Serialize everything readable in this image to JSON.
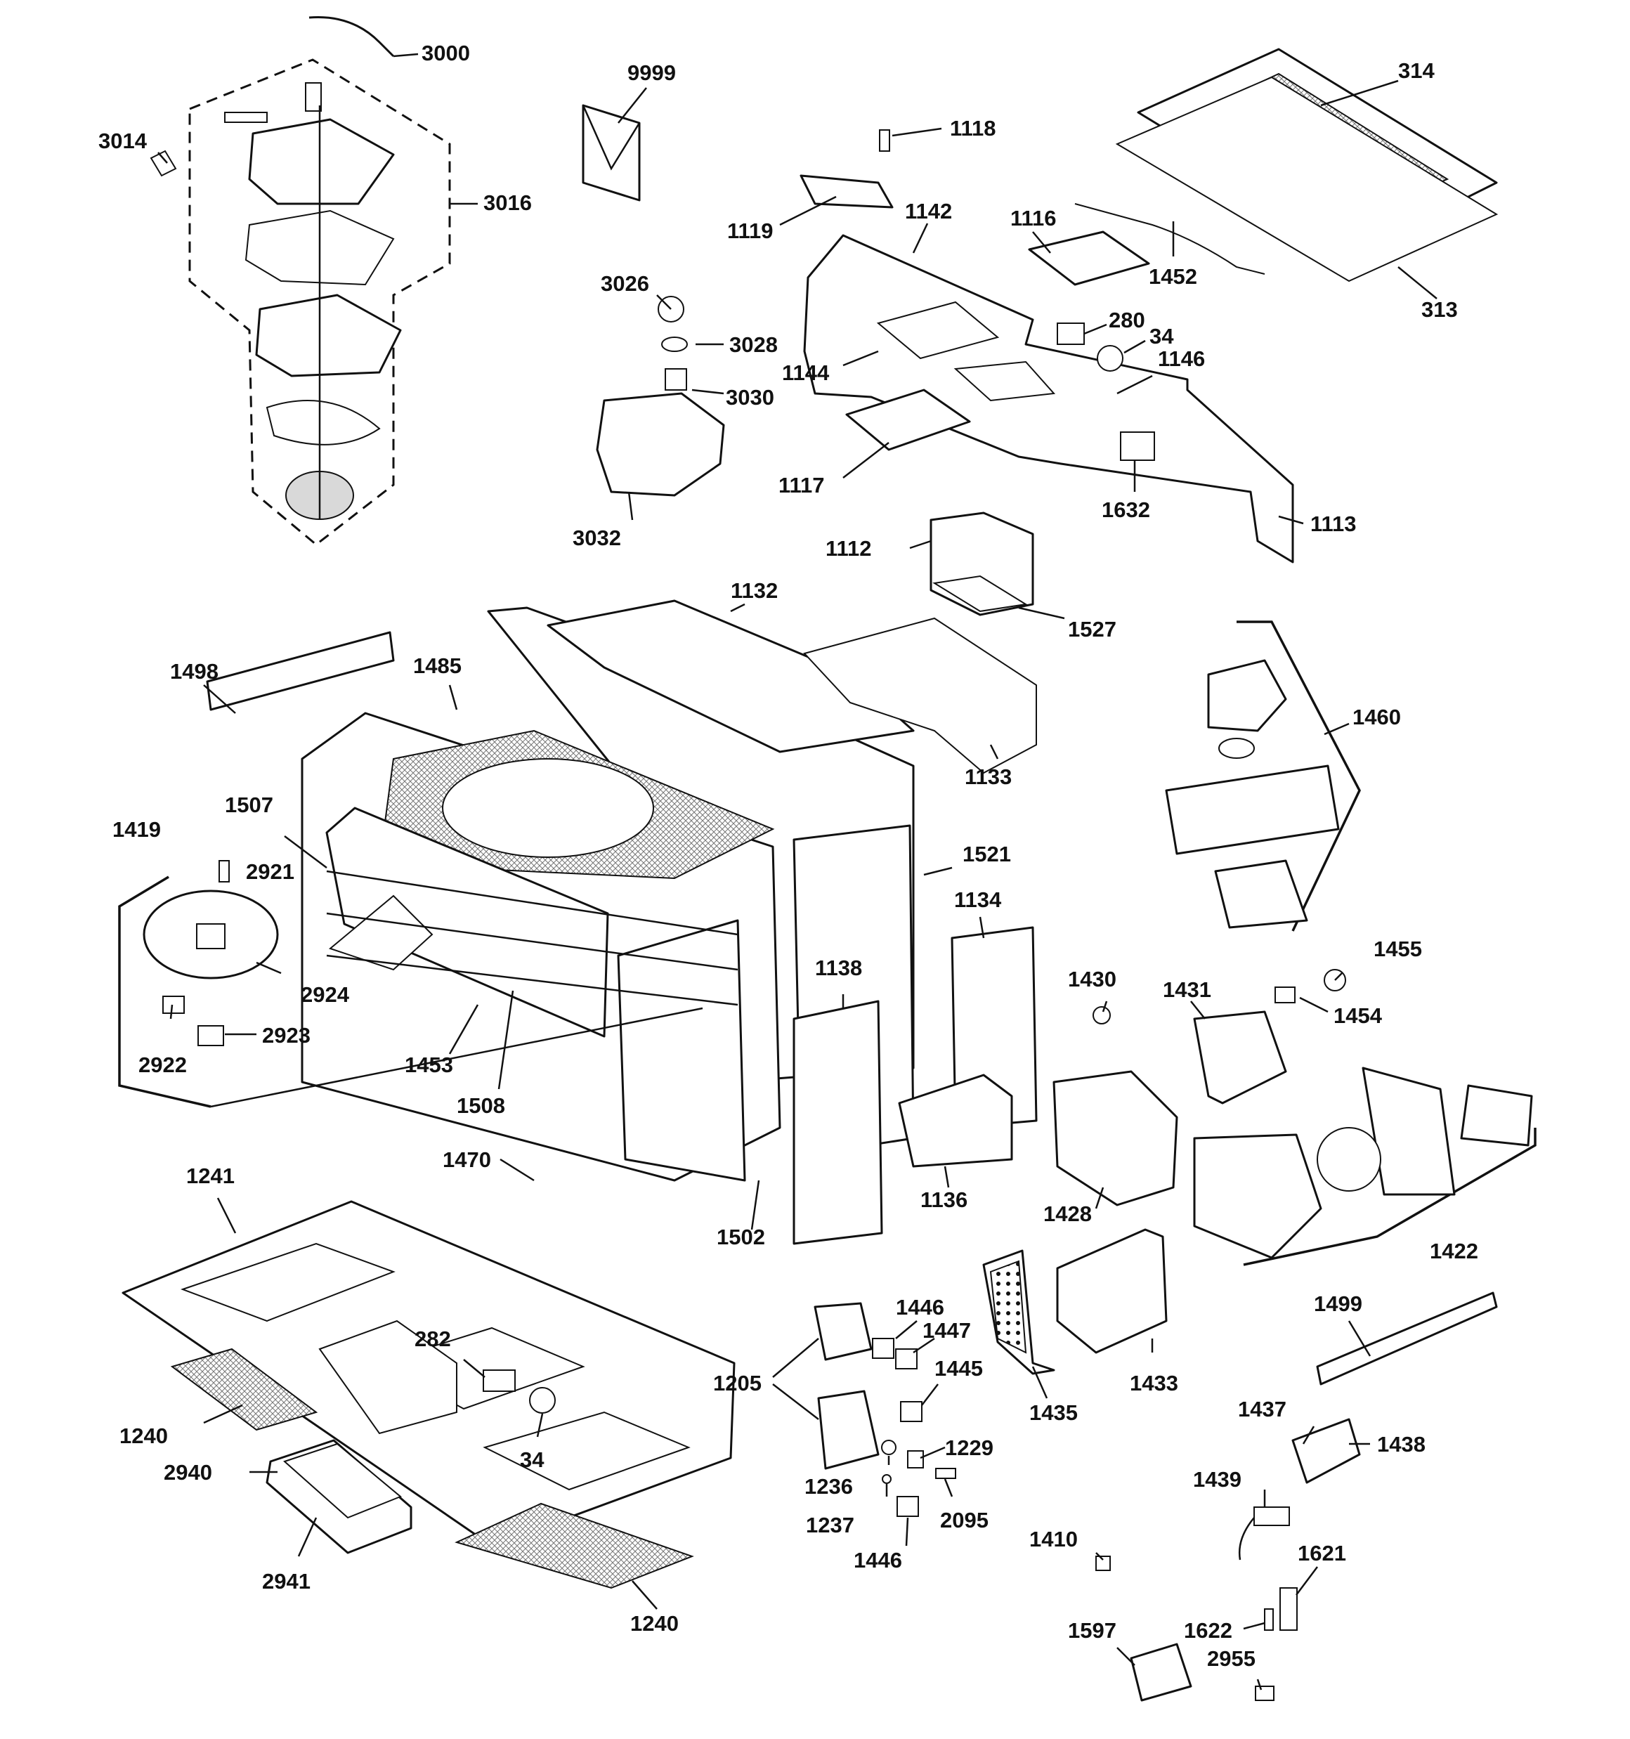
{
  "diagram": {
    "labels": {
      "p3000": "3000",
      "p3014": "3014",
      "p3016": "3016",
      "p9999": "9999",
      "p1118": "1118",
      "p1119": "1119",
      "p1142": "1142",
      "p1116": "1116",
      "p314": "314",
      "p313": "313",
      "p1452": "1452",
      "p3026": "3026",
      "p3028": "3028",
      "p3030": "3030",
      "p3032": "3032",
      "p280": "280",
      "p34a": "34",
      "p1144": "1144",
      "p1146": "1146",
      "p1117": "1117",
      "p1632": "1632",
      "p1113": "1113",
      "p1112": "1112",
      "p1527": "1527",
      "p1132": "1132",
      "p1498": "1498",
      "p1485": "1485",
      "p1133": "1133",
      "p1460": "1460",
      "p1507": "1507",
      "p1419": "1419",
      "p2921": "2921",
      "p1521": "1521",
      "p1134": "1134",
      "p1455": "1455",
      "p2924": "2924",
      "p1138": "1138",
      "p1430": "1430",
      "p1431": "1431",
      "p1454": "1454",
      "p2922": "2922",
      "p2923": "2923",
      "p1453": "1453",
      "p1508": "1508",
      "p1470": "1470",
      "p1136": "1136",
      "p1428": "1428",
      "p1502": "1502",
      "p1422": "1422",
      "p1241": "1241",
      "p1446a": "1446",
      "p1447": "1447",
      "p1499": "1499",
      "p282": "282",
      "p1445": "1445",
      "p1205": "1205",
      "p1433": "1433",
      "p1435": "1435",
      "p1437": "1437",
      "p1438": "1438",
      "p1240a": "1240",
      "p34b": "34",
      "p1229": "1229",
      "p2940": "2940",
      "p1236": "1236",
      "p1439": "1439",
      "p2095": "2095",
      "p1237": "1237",
      "p1410": "1410",
      "p1621": "1621",
      "p1446b": "1446",
      "p2941": "2941",
      "p1240b": "1240",
      "p1597": "1597",
      "p1622": "1622",
      "p2955": "2955"
    }
  }
}
